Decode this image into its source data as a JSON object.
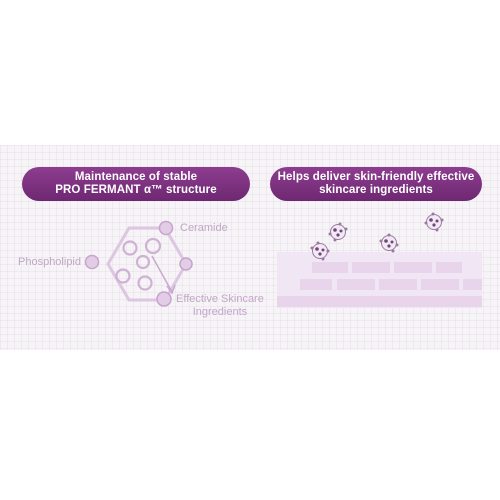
{
  "panels": {
    "left": {
      "title_line1": "Maintenance of stable",
      "title_line2": "PRO FERMANT α™ structure",
      "labels": {
        "phospholipid": "Phospholipid",
        "ceramide": "Ceramide",
        "effective_line1": "Effective Skincare",
        "effective_line2": "Ingredients"
      }
    },
    "right": {
      "title_line1": "Helps deliver skin-friendly effective",
      "title_line2": "skincare ingredients"
    }
  },
  "colors": {
    "pill": "#7a2f7e",
    "light_purple": "#e6d3ea",
    "mid_purple": "#c9a7cf",
    "line_purple": "#d9c3de",
    "brick": "#e9d7ec"
  },
  "icons": [
    "hexagon-molecule-diagram",
    "arrow-icon",
    "ingredient-particle-icon",
    "skin-barrier-bricks"
  ]
}
